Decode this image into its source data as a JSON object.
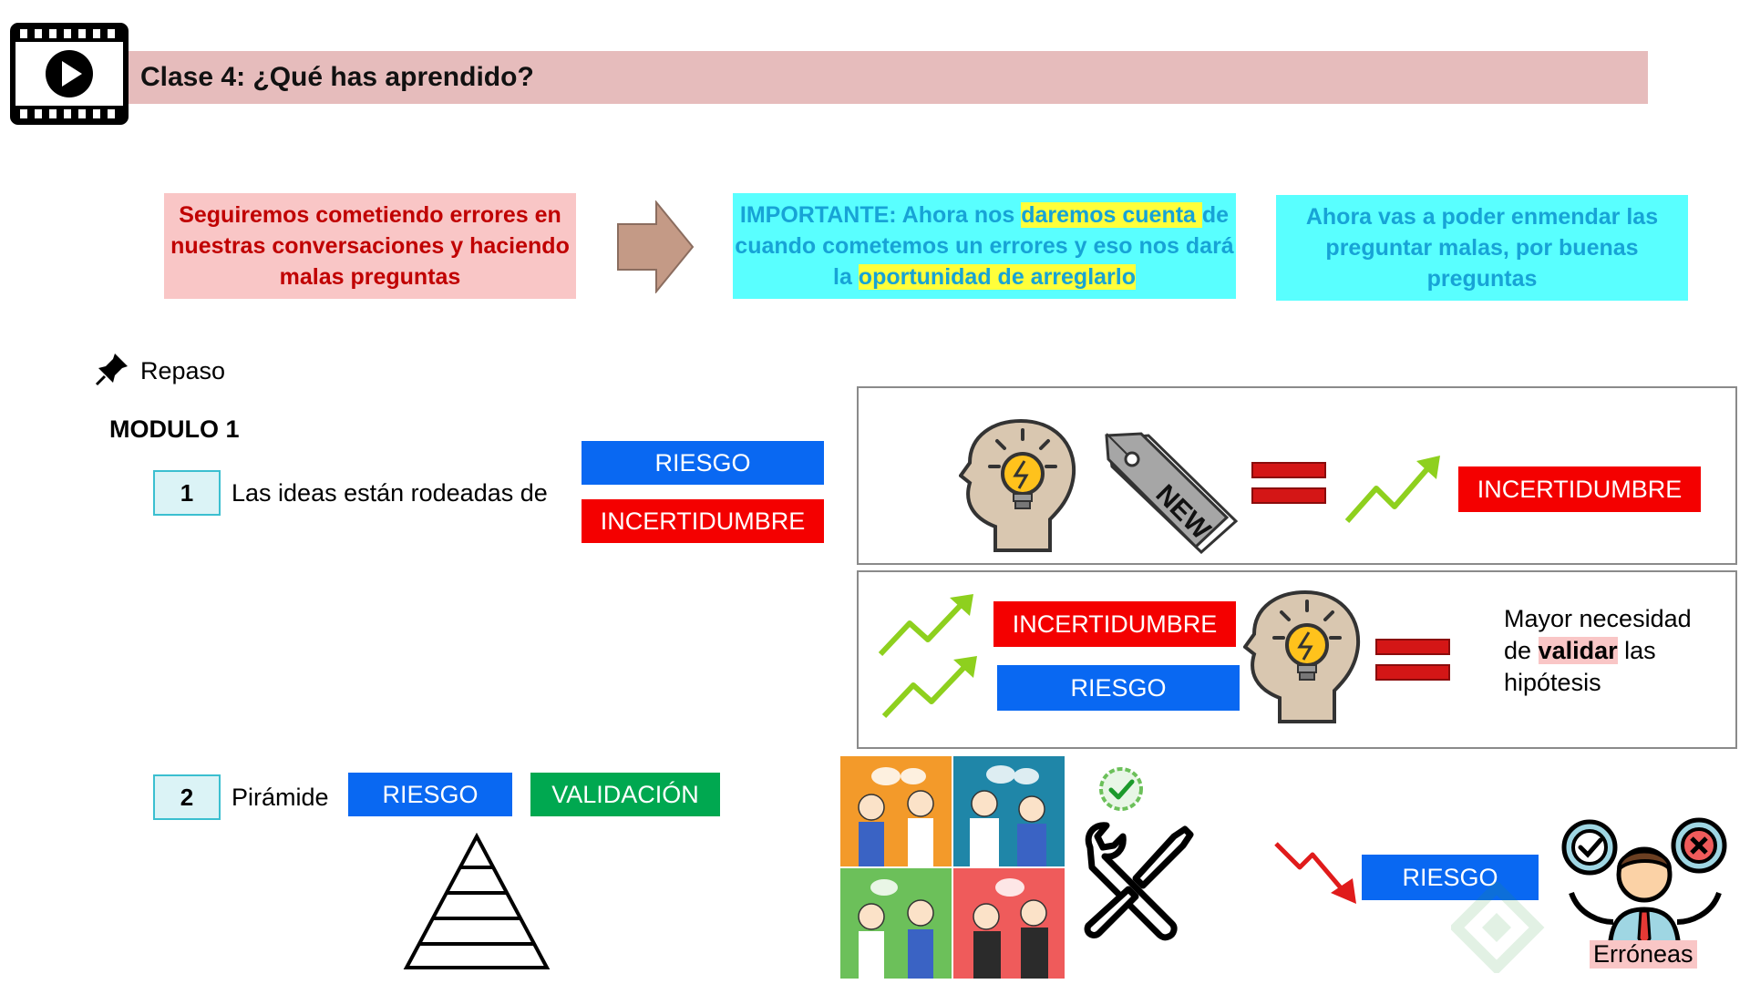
{
  "header": {
    "title": "Clase 4: ¿Qué has aprendido?"
  },
  "boxes": {
    "errors": "Seguiremos cometiendo errores en nuestras conversaciones y haciendo malas preguntas",
    "important_1": "IMPORTANTE: Ahora nos ",
    "important_hl1": "daremos cuenta ",
    "important_2": "de cuando cometemos un errores y eso nos dará la ",
    "important_hl2": "oportunidad de arreglarlo",
    "enmendar": "Ahora vas a poder enmendar las preguntar malas, por buenas preguntas"
  },
  "repaso": {
    "label": "Repaso"
  },
  "modulo": {
    "title": "MODULO 1"
  },
  "items": [
    {
      "number": "1",
      "text": "Las ideas están rodeadas de"
    },
    {
      "number": "2",
      "text": "Pirámide"
    }
  ],
  "tags": {
    "riesgo": "RIESGO",
    "incertidumbre": "INCERTIDUMBRE",
    "validacion": "VALIDACIÓN"
  },
  "panel2": {
    "text_1": "Mayor necesidad de ",
    "text_bold": "validar",
    "text_2": " las hipótesis"
  },
  "bottom": {
    "erroneas": "Erróneas"
  },
  "icons": {
    "film": "video-play-icon",
    "pin": "pushpin-icon",
    "head": "head-lightbulb-icon",
    "new_tag": "new-tag-icon",
    "equals": "equals-icon",
    "trend_up": "trend-up-icon",
    "trend_down": "trend-down-icon",
    "check": "check-icon",
    "tools": "wrench-screwdriver-icon",
    "person": "decision-person-icon",
    "pyramid": "pyramid-icon"
  },
  "colors": {
    "title_bar": "#e6bcbc",
    "blue_tag": "#0968f2",
    "red_tag": "#f40000",
    "green_tag": "#00a850",
    "cyan_box": "#59ffff",
    "pink_box": "#f9c6c6",
    "trend_green": "#8ed01e",
    "trend_red": "#e01b1b"
  }
}
